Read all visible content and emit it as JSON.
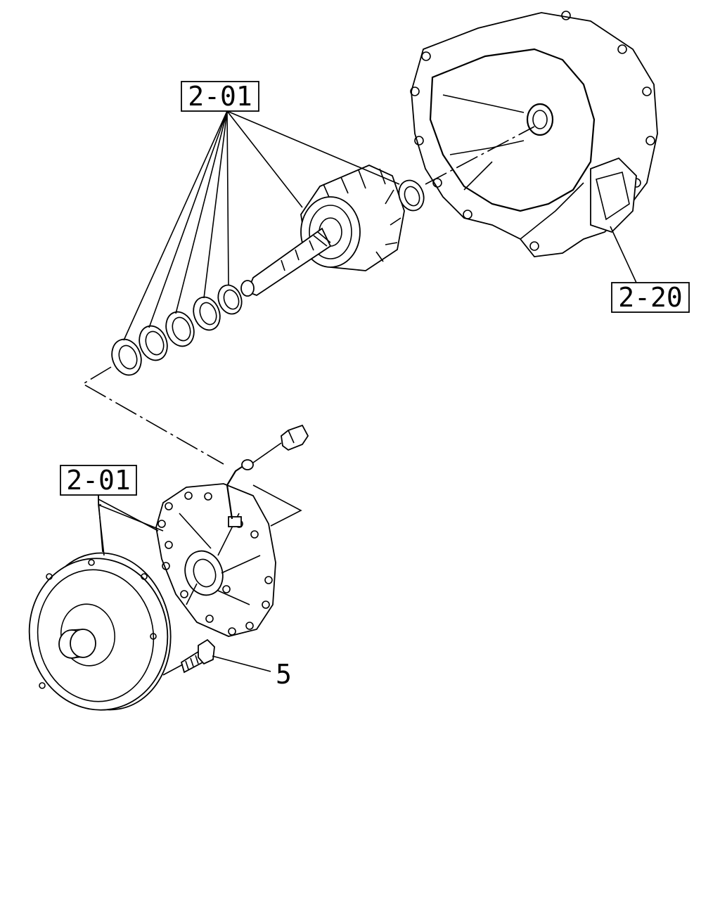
{
  "callouts": {
    "top_group": "2-01",
    "housing": "2-20",
    "lower_group": "2-01",
    "bolt": "5"
  },
  "parts": {
    "housing": "transmission-housing",
    "shaft": "input-shaft-drum",
    "pump": "oil-pump",
    "converter": "torque-converter"
  }
}
